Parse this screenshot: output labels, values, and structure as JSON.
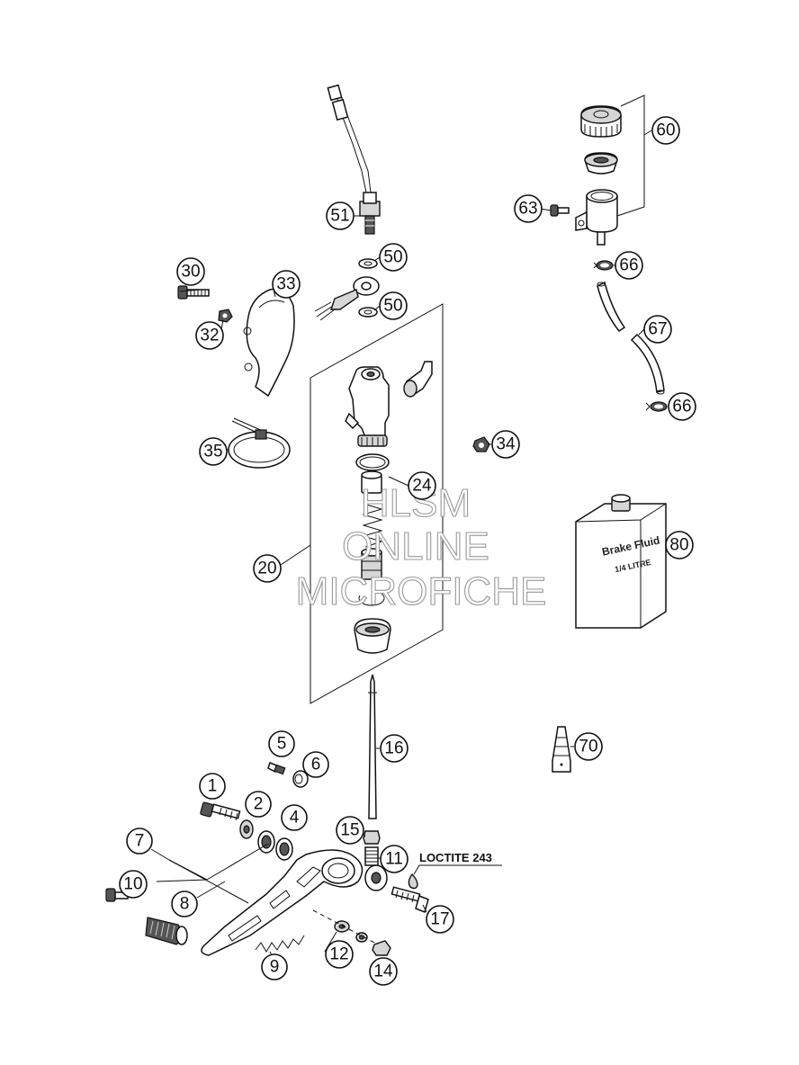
{
  "watermark": [
    "HLSM",
    "ONLINE",
    "MICROFICHE"
  ],
  "note": "LOCTITE 243",
  "can": {
    "line1": "Brake Fluid",
    "line2": "1/4 LITRE"
  },
  "labels": {
    "n1": "1",
    "n2": "2",
    "n4": "4",
    "n5": "5",
    "n6": "6",
    "n7": "7",
    "n8": "8",
    "n9": "9",
    "n10": "10",
    "n11": "11",
    "n12": "12",
    "n14": "14",
    "n15": "15",
    "n16": "16",
    "n17": "17",
    "n20": "20",
    "n24": "24",
    "n30": "30",
    "n32": "32",
    "n33": "33",
    "n34": "34",
    "n35": "35",
    "n50a": "50",
    "n50b": "50",
    "n51": "51",
    "n60": "60",
    "n63": "63",
    "n66a": "66",
    "n66b": "66",
    "n67": "67",
    "n70": "70",
    "n80": "80"
  }
}
